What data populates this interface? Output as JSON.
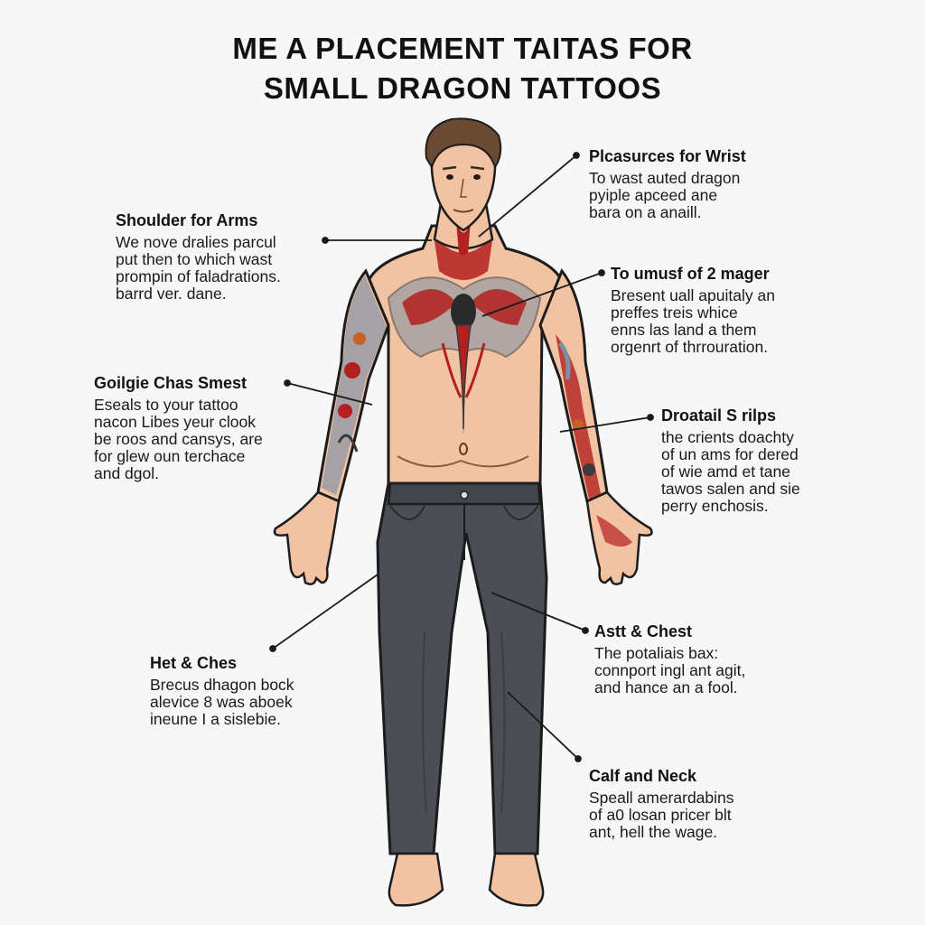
{
  "title": {
    "line1": "ME A PLACEMENT TAITAS FOR",
    "line2": "SMALL DRAGON TATTOOS"
  },
  "callouts": [
    {
      "heading": "Shoulder for Arms",
      "lines": [
        "We nove dralies parcul",
        "put then  to which wast",
        "prompin of faladrations.",
        "barrd ver. dane."
      ]
    },
    {
      "heading": "Goilgie Chas Smest",
      "lines": [
        "Eseals to your tattoo",
        "nacon Libes yeur clook",
        "be roos and cansys, are",
        "for glew oun terchace",
        "and dgol."
      ]
    },
    {
      "heading": "Het & Ches",
      "lines": [
        "Brecus dhagon bock",
        "alevice 8 was aboek",
        "ineune I a sislebie."
      ]
    },
    {
      "heading": "Plcasurces for Wrist",
      "lines": [
        "To wast auted dragon",
        "pyiple apceed ane",
        "bara on a anaill."
      ]
    },
    {
      "heading": "To umusf of 2 mager",
      "lines": [
        "Bresent uall apuitaly an",
        "preffes treis whice",
        "enns las land a them",
        "orgenrt of thrrouration."
      ]
    },
    {
      "heading": "Droatail S rilps",
      "lines": [
        "the crients doachty",
        "of un ams for dered",
        "of wie amd et tane",
        "tawos salen and sie",
        "perry enchosis."
      ]
    },
    {
      "heading": "Astt & Chest",
      "lines": [
        "The potaliais bax:",
        "connport ingl ant agit,",
        "and hance an a fool."
      ]
    },
    {
      "heading": "Calf  and Neck",
      "lines": [
        "Speall amerardabins",
        "of a0 losan pricer blt",
        "ant, hell the wage."
      ]
    }
  ],
  "colors": {
    "skin": "#f2c3a3",
    "hair": "#6b4a34",
    "jeans": "#4b4f55",
    "tattoo_red": "#b3201f",
    "tattoo_dark": "#3a3a3a",
    "tattoo_blue": "#7d8fa6"
  }
}
